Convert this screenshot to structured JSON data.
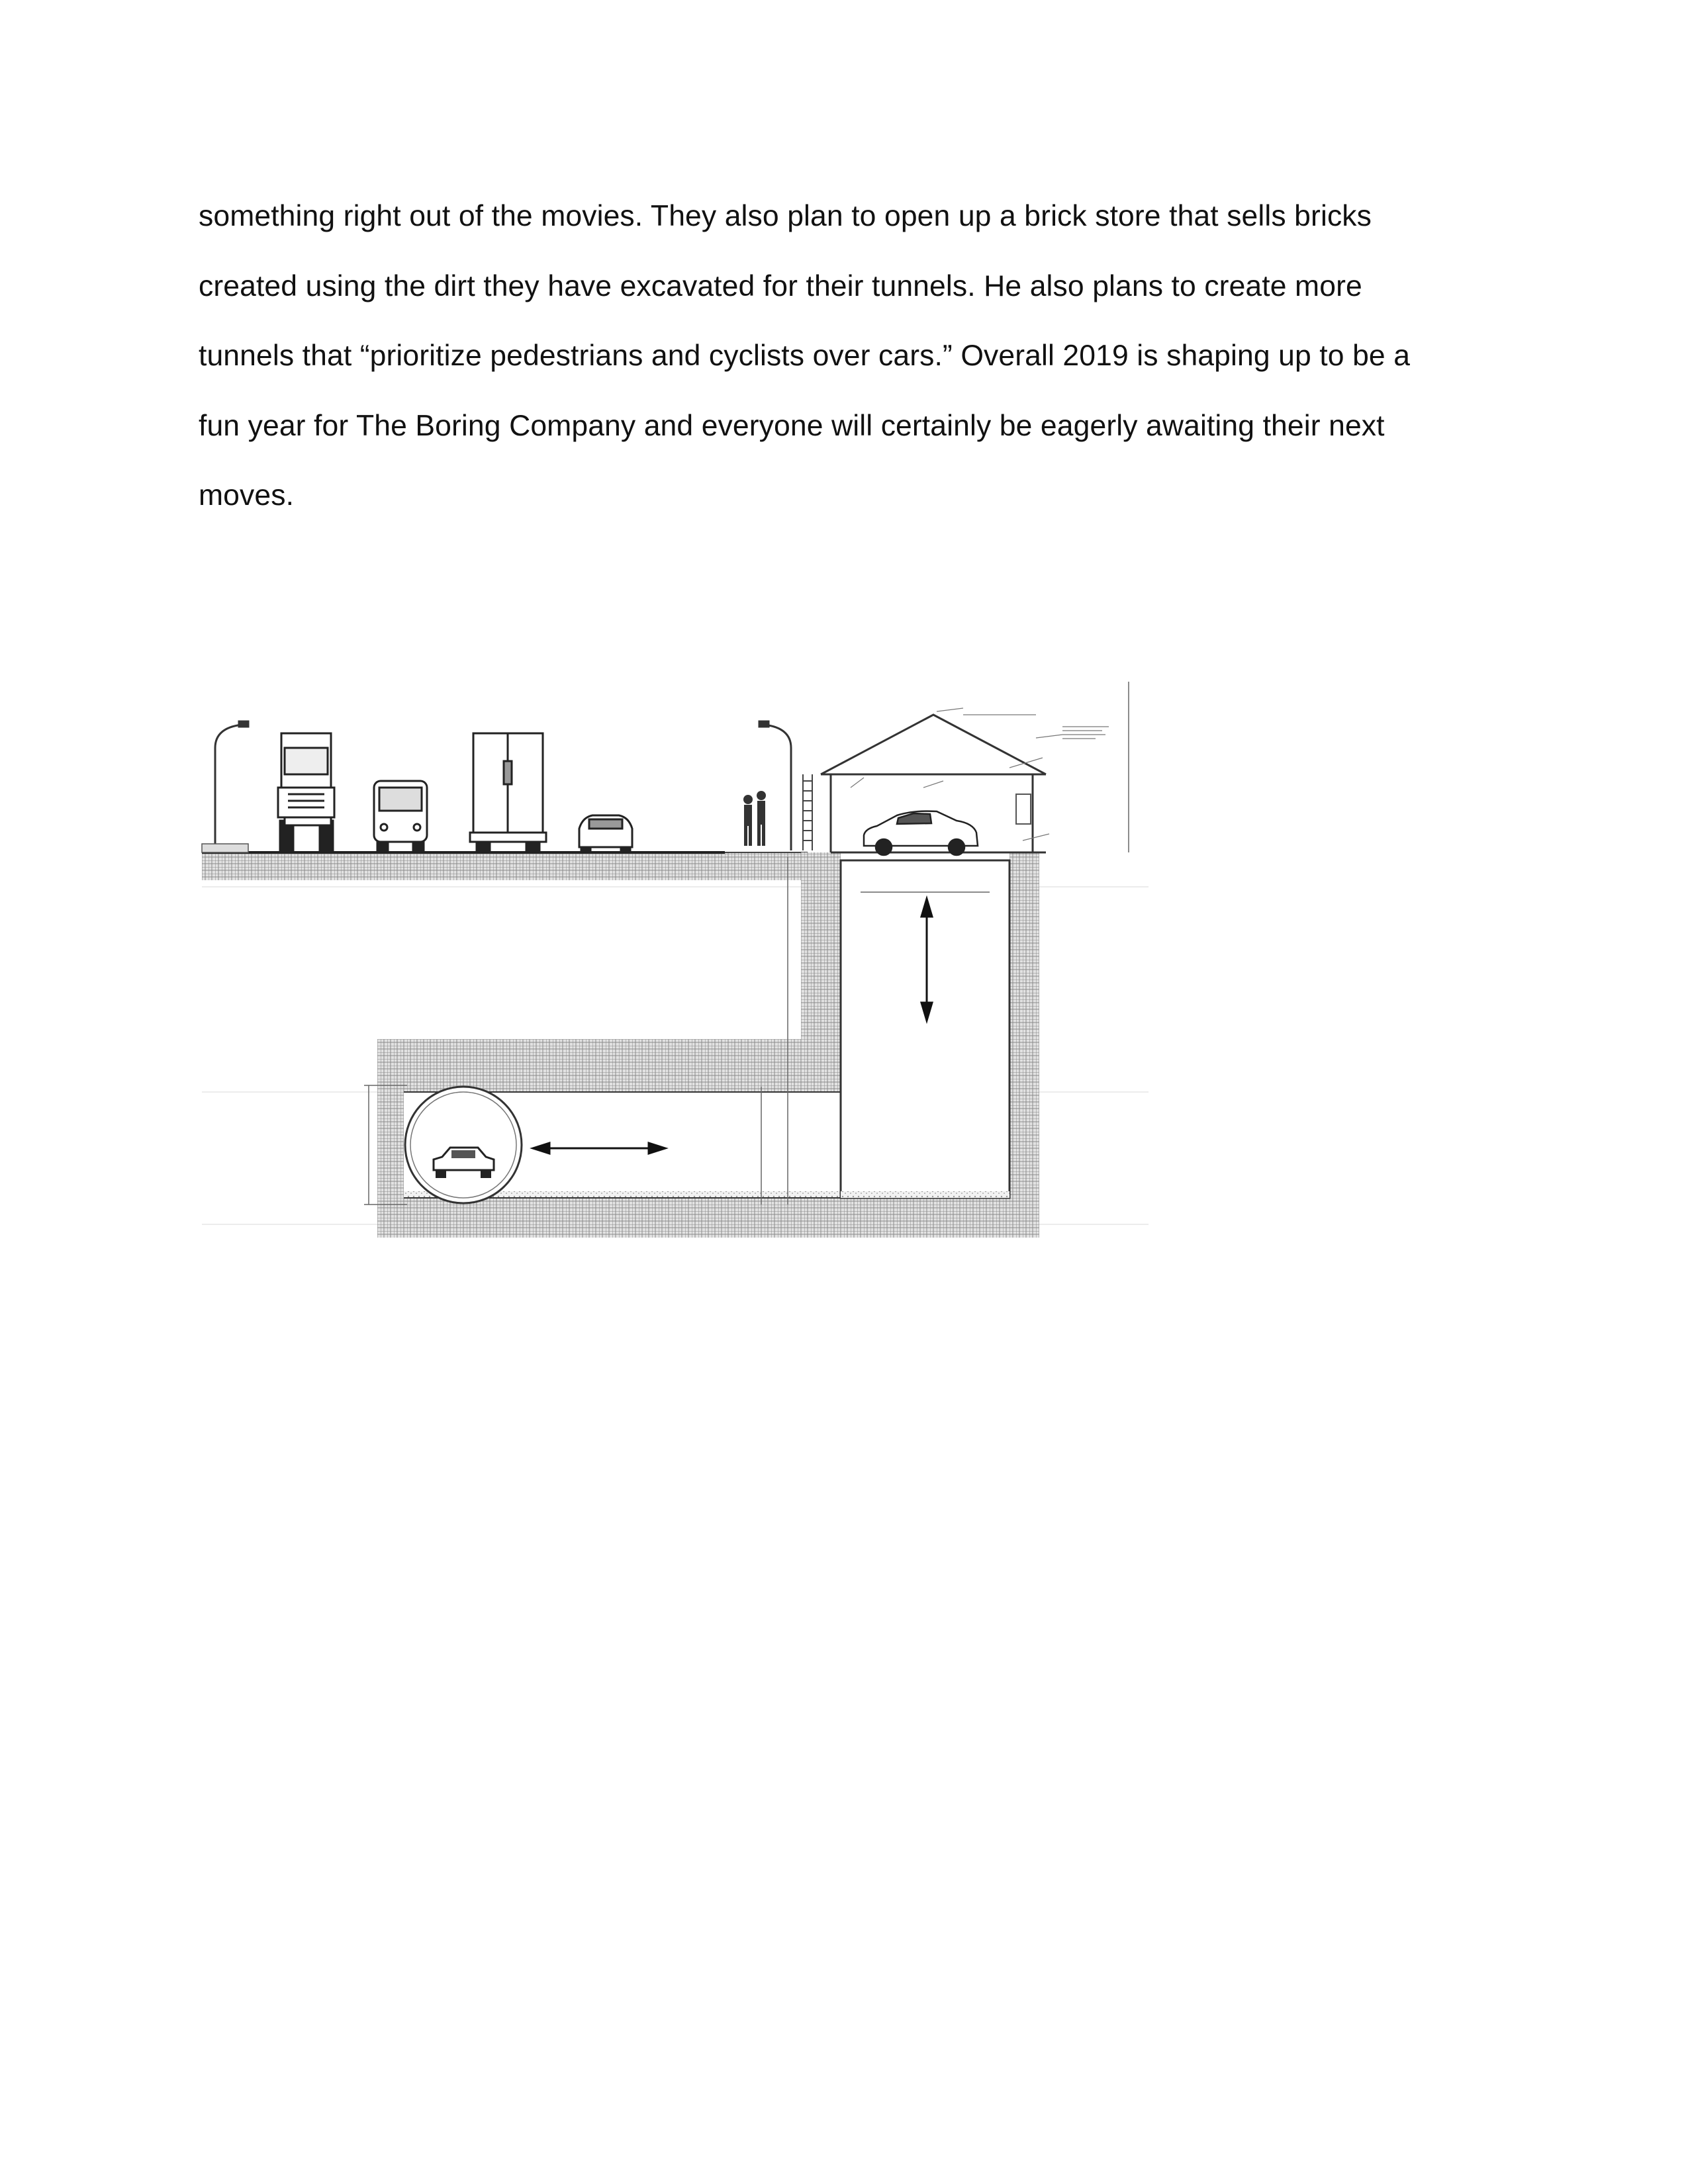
{
  "document": {
    "paragraph_lines": [
      "something right out of the movies.  They also plan to open up a brick store that sells bricks",
      "created using the dirt they have excavated for their tunnels.  He also plans to create more",
      "tunnels that “prioritize pedestrians and cyclists over cars.”  Overall 2019 is shaping up to be a",
      "fun year for The Boring Company and everyone will certainly be eagerly awaiting their next",
      "moves."
    ]
  }
}
